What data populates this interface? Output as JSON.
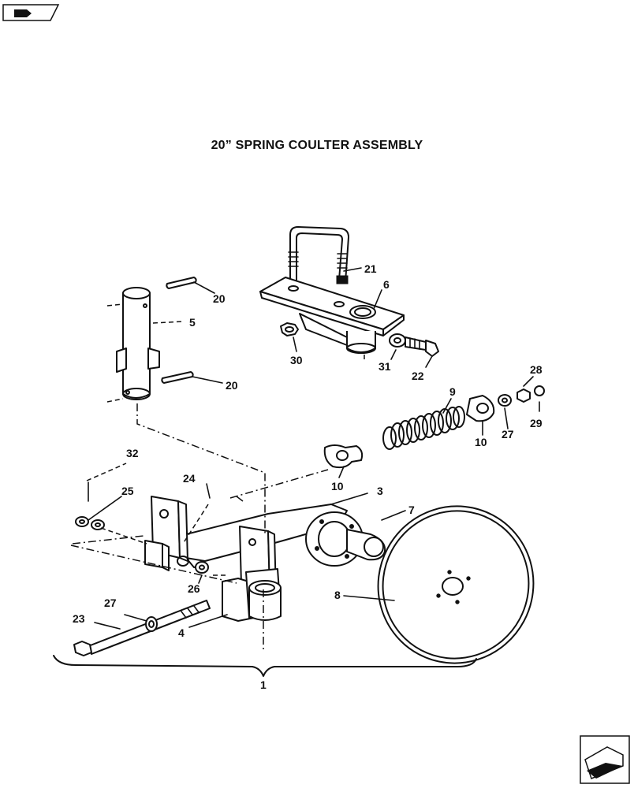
{
  "title": "20” SPRING COULTER ASSEMBLY",
  "nav": {
    "top_left_icon": "book-arrow-icon",
    "bottom_right_icon": "next-page-arrow-icon"
  },
  "callouts": {
    "c1": "1",
    "c3": "3",
    "c4": "4",
    "c5": "5",
    "c6": "6",
    "c7": "7",
    "c8": "8",
    "c9": "9",
    "c10a": "10",
    "c10b": "10",
    "c20a": "20",
    "c20b": "20",
    "c21": "21",
    "c22": "22",
    "c23": "23",
    "c24": "24",
    "c25": "25",
    "c26": "26",
    "c27a": "27",
    "c27b": "27",
    "c28": "28",
    "c29": "29",
    "c30": "30",
    "c31": "31",
    "c32": "32"
  }
}
